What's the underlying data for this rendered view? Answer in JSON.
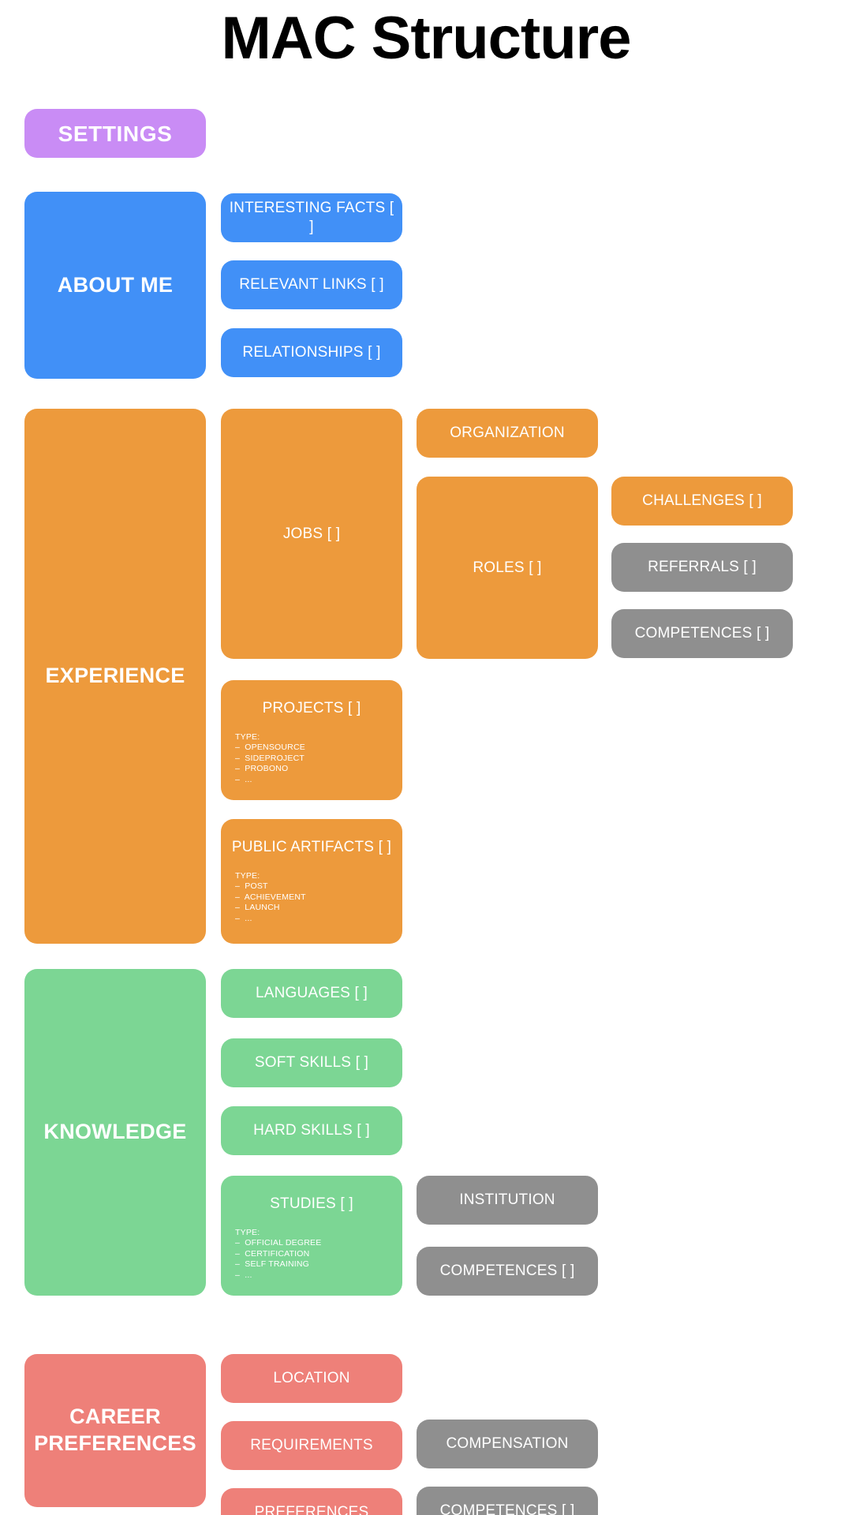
{
  "page": {
    "title": "MAC Structure"
  },
  "palette": {
    "purple": "#c98cf5",
    "blue": "#4190f7",
    "orange": "#ed9a3c",
    "green": "#7cd694",
    "red": "#ee8079",
    "gray": "#8f8f8f",
    "background": "#ffffff",
    "text": "#ffffff",
    "title_text": "#000000"
  },
  "settings": {
    "label": "SETTINGS"
  },
  "about_me": {
    "label": "ABOUT ME",
    "children": [
      {
        "label": "INTERESTING FACTS [ ]"
      },
      {
        "label": "RELEVANT LINKS [ ]"
      },
      {
        "label": "RELATIONSHIPS [ ]"
      }
    ]
  },
  "experience": {
    "label": "EXPERIENCE",
    "jobs": {
      "label": "JOBS [ ]"
    },
    "organization": {
      "label": "ORGANIZATION"
    },
    "roles": {
      "label": "ROLES [ ]"
    },
    "challenges": {
      "label": "CHALLENGES [ ]"
    },
    "referrals": {
      "label": "REFERRALS [ ]"
    },
    "competences": {
      "label": "COMPETENCES [ ]"
    },
    "projects": {
      "label": "PROJECTS [ ]",
      "type_label": "TYPE:",
      "types": [
        "–  OPENSOURCE",
        "–  SIDEPROJECT",
        "–  PROBONO",
        "–  ..."
      ]
    },
    "public_artifacts": {
      "label": "PUBLIC ARTIFACTS [ ]",
      "type_label": "TYPE:",
      "types": [
        "–  POST",
        "–  ACHIEVEMENT",
        "–  LAUNCH",
        "–  ..."
      ]
    }
  },
  "knowledge": {
    "label": "KNOWLEDGE",
    "languages": {
      "label": "LANGUAGES [ ]"
    },
    "soft_skills": {
      "label": "SOFT SKILLS [ ]"
    },
    "hard_skills": {
      "label": "HARD SKILLS [ ]"
    },
    "studies": {
      "label": "STUDIES [ ]",
      "type_label": "TYPE:",
      "types": [
        "–  OFFICIAL DEGREE",
        "–  CERTIFICATION",
        "–  SELF TRAINING",
        "–  ..."
      ]
    },
    "institution": {
      "label": "INSTITUTION"
    },
    "competences": {
      "label": "COMPETENCES [ ]"
    }
  },
  "career_preferences": {
    "label": "CAREER\nPREFERENCES",
    "location": {
      "label": "LOCATION"
    },
    "requirements": {
      "label": "REQUIREMENTS"
    },
    "preferences": {
      "label": "PREFERENCES"
    },
    "compensation": {
      "label": "COMPENSATION"
    },
    "competences": {
      "label": "COMPETENCES [ ]"
    }
  }
}
